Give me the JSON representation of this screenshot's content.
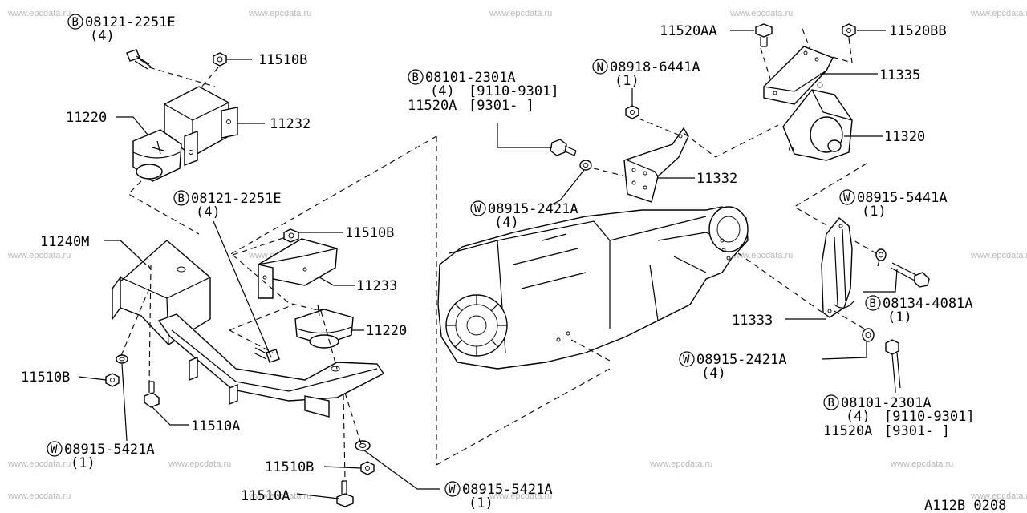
{
  "watermark": "www.epcdata.ru",
  "diagram_code": "A112B 0208",
  "prefix_letters": {
    "bolt": "B",
    "washer": "W",
    "nut": "N"
  },
  "labels": {
    "top_left_bolt": {
      "code": "08121-2251E",
      "qty": "(4)"
    },
    "nut_11510b_top": "11510B",
    "p11220_top": "11220",
    "p11232": "11232",
    "mid_bolt": {
      "code": "08121-2251E",
      "qty": "(4)"
    },
    "p11240m": "11240M",
    "nut_11510b_mid": "11510B",
    "p11233": "11233",
    "p11220_mid": "11220",
    "nut_11510b_left": "11510B",
    "p11510a_left": "11510A",
    "washer_left": {
      "code": "08915-5421A",
      "qty": "(1)"
    },
    "nut_11510b_bottom": "11510B",
    "p11510a_bottom": "11510A",
    "washer_bottom": {
      "code": "08915-5421A",
      "qty": "(1)"
    },
    "center_bolt": {
      "code": "08101-2301A",
      "qty": "(4)",
      "range": "[9110-9301]",
      "alt": "11520A",
      "alt_range": "[9301-     ]"
    },
    "center_nut": {
      "code": "08918-6441A",
      "qty": "(1)"
    },
    "p11332": "11332",
    "center_washer": {
      "code": "08915-2421A",
      "qty": "(4)"
    },
    "p11520aa": "11520AA",
    "p11520bb": "11520BB",
    "p11335": "11335",
    "p11320": "11320",
    "right_washer_top": {
      "code": "08915-5441A",
      "qty": "(1)"
    },
    "right_bolt_mid": {
      "code": "08134-4081A",
      "qty": "(1)"
    },
    "p11333": "11333",
    "right_washer": {
      "code": "08915-2421A",
      "qty": "(4)"
    },
    "right_bolt_bottom": {
      "code": "08101-2301A",
      "qty": "(4)",
      "range": "[9110-9301]",
      "alt": "11520A",
      "alt_range": "[9301-     ]"
    }
  }
}
